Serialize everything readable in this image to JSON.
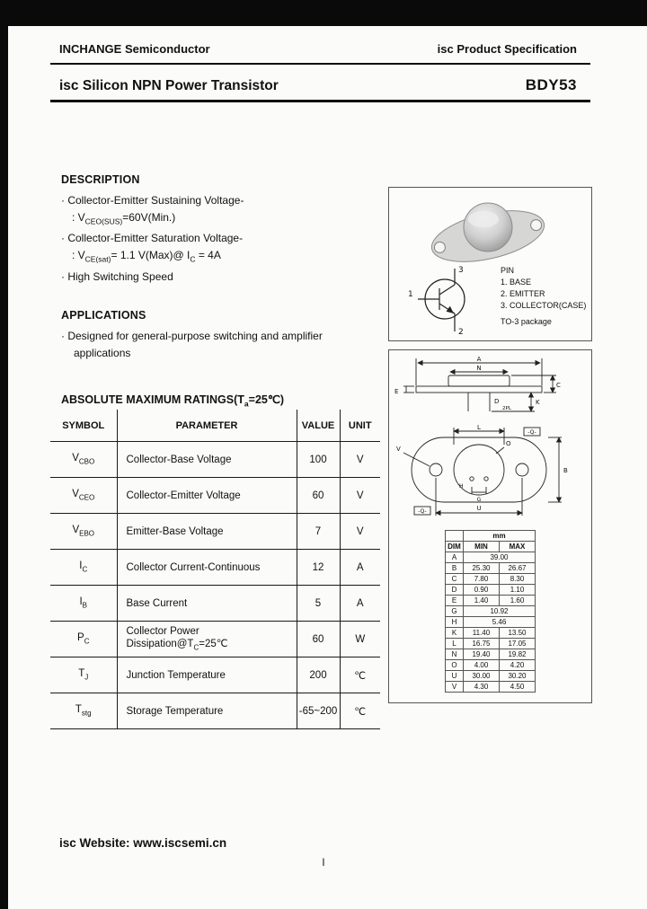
{
  "header": {
    "company": "INCHANGE Semiconductor",
    "spec_brand": "isc",
    "spec_text": " Product Specification"
  },
  "title": {
    "brand": "isc",
    "text": " Silicon NPN Power Transistor",
    "part_number": "BDY53"
  },
  "description": {
    "heading": "DESCRIPTION",
    "bullet": "·",
    "line1": "Collector-Emitter Sustaining Voltage-",
    "line2_pre": ": V",
    "line2_sub": "CEO(SUS)",
    "line2_post": "=60V(Min.)",
    "line3": "Collector-Emitter Saturation Voltage-",
    "line4_pre": ": V",
    "line4_sub": "CE(sat)",
    "line4_mid": "= 1.1 V(Max)@ I",
    "line4_sub2": "C",
    "line4_post": " = 4A",
    "line5": "High Switching Speed"
  },
  "applications": {
    "heading": "APPLICATIONS",
    "bullet": "·",
    "line1": "Designed for general-purpose switching and amplifier",
    "line2": "applications"
  },
  "ratings": {
    "heading_pre": "ABSOLUTE MAXIMUM RATINGS(T",
    "heading_sub": "a",
    "heading_post": "=25℃)",
    "columns": [
      "SYMBOL",
      "PARAMETER",
      "VALUE",
      "UNIT"
    ],
    "rows": [
      {
        "sym": "V",
        "sub": "CBO",
        "param": "Collector-Base Voltage",
        "value": "100",
        "unit": "V"
      },
      {
        "sym": "V",
        "sub": "CEO",
        "param": "Collector-Emitter Voltage",
        "value": "60",
        "unit": "V"
      },
      {
        "sym": "V",
        "sub": "EBO",
        "param": "Emitter-Base Voltage",
        "value": "7",
        "unit": "V"
      },
      {
        "sym": "I",
        "sub": "C",
        "param": "Collector Current-Continuous",
        "value": "12",
        "unit": "A"
      },
      {
        "sym": "I",
        "sub": "B",
        "param": "Base Current",
        "value": "5",
        "unit": "A"
      },
      {
        "sym": "P",
        "sub": "C",
        "param_pre": "Collector Power Dissipation@T",
        "param_sub": "C",
        "param_post": "=25℃",
        "value": "60",
        "unit": "W"
      },
      {
        "sym": "T",
        "sub": "J",
        "param": "Junction Temperature",
        "value": "200",
        "unit": "℃"
      },
      {
        "sym": "T",
        "sub": "stg",
        "param": "Storage Temperature",
        "value": "-65~200",
        "unit": "℃"
      }
    ]
  },
  "package_figure": {
    "legend_title": "PIN",
    "legend_items": [
      "1. BASE",
      "2. EMITTER",
      "3. COLLECTOR(CASE)"
    ],
    "package_name": "TO-3 package",
    "pin_collector": "3",
    "pin_base": "1",
    "pin_emitter": "2"
  },
  "dimensions": {
    "unit_header": "mm",
    "columns": [
      "DIM",
      "MIN",
      "MAX"
    ],
    "rows": [
      {
        "dim": "A",
        "min": "39.00"
      },
      {
        "dim": "B",
        "min": "25.30",
        "max": "26.67"
      },
      {
        "dim": "C",
        "min": "7.80",
        "max": "8.30"
      },
      {
        "dim": "D",
        "min": "0.90",
        "max": "1.10"
      },
      {
        "dim": "E",
        "min": "1.40",
        "max": "1.60"
      },
      {
        "dim": "G",
        "min": "10.92"
      },
      {
        "dim": "H",
        "min": "5.46"
      },
      {
        "dim": "K",
        "min": "11.40",
        "max": "13.50"
      },
      {
        "dim": "L",
        "min": "16.75",
        "max": "17.05"
      },
      {
        "dim": "N",
        "min": "19.40",
        "max": "19.82"
      },
      {
        "dim": "O",
        "min": "4.00",
        "max": "4.20"
      },
      {
        "dim": "U",
        "min": "30.00",
        "max": "30.20"
      },
      {
        "dim": "V",
        "min": "4.30",
        "max": "4.50"
      }
    ],
    "drawing_labels": {
      "a": "A",
      "n": "N",
      "c": "C",
      "e": "E",
      "d": "D",
      "d_note": "2PL",
      "k": "K",
      "v": "V",
      "u": "U",
      "l": "L",
      "b": "B",
      "g": "G",
      "h": "H",
      "o": "O",
      "q1": "-Q-",
      "q2": "-Q-"
    }
  },
  "footer": {
    "website_label": "isc Website:",
    "website_url": "www.iscsemi.cn",
    "page_mark": "l"
  }
}
